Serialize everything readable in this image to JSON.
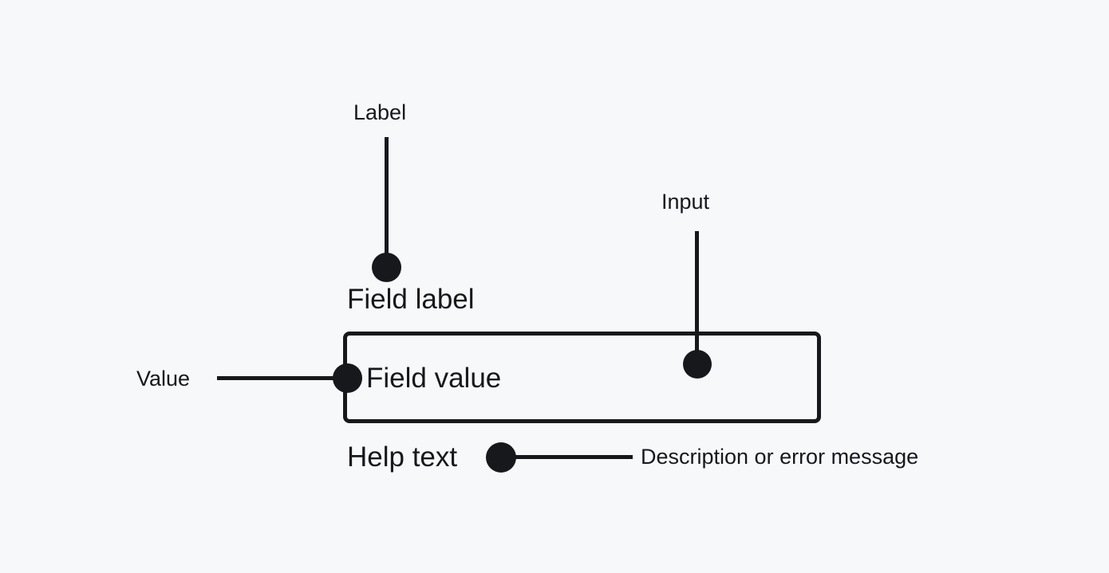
{
  "diagram": {
    "type": "form-field-anatomy",
    "background_color": "#f7f8fa",
    "ink_color": "#16181c"
  },
  "callouts": [
    {
      "key": "label",
      "text": "Label"
    },
    {
      "key": "input",
      "text": "Input"
    },
    {
      "key": "value",
      "text": "Value"
    },
    {
      "key": "description",
      "text": "Description or error message"
    }
  ],
  "field": {
    "label": "Field label",
    "value": "Field value",
    "help_label": "Help text"
  }
}
